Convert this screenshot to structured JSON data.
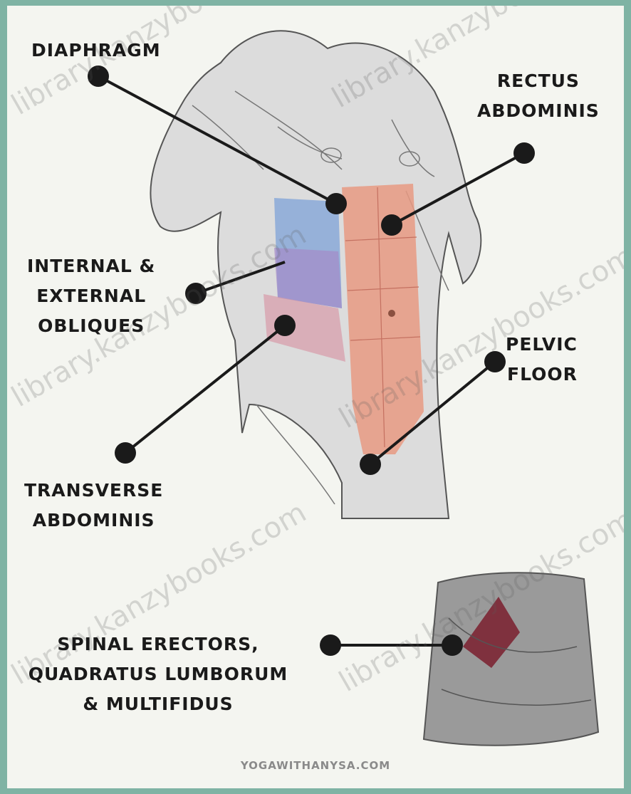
{
  "labels": {
    "diaphragm": [
      "DIAPHRAGM"
    ],
    "rectus_abdominis": [
      "RECTUS",
      "ABDOMINIS"
    ],
    "obliques": [
      "INTERNAL &",
      "EXTERNAL",
      "OBLIQUES"
    ],
    "pelvic_floor": [
      "PELVIC",
      "FLOOR"
    ],
    "transverse_abdominis": [
      "TRANSVERSE",
      "ABDOMINIS"
    ],
    "spinal": [
      "SPINAL ERECTORS,",
      "QUADRATUS LUMBORUM",
      "& MULTIFIDUS"
    ]
  },
  "watermark": "library.kanzybooks.com",
  "footer": "YOGAWITHANYSA.COM",
  "colors": {
    "border": "#7fb3a4",
    "background": "#f4f5f0",
    "rectus": "#e89a82",
    "obliques_blue": "#8aa9d8",
    "obliques_purple": "#a48ac8",
    "transverse": "#d79aa8",
    "spinal": "#7a1f2e",
    "pointer": "#1a1a1a"
  }
}
